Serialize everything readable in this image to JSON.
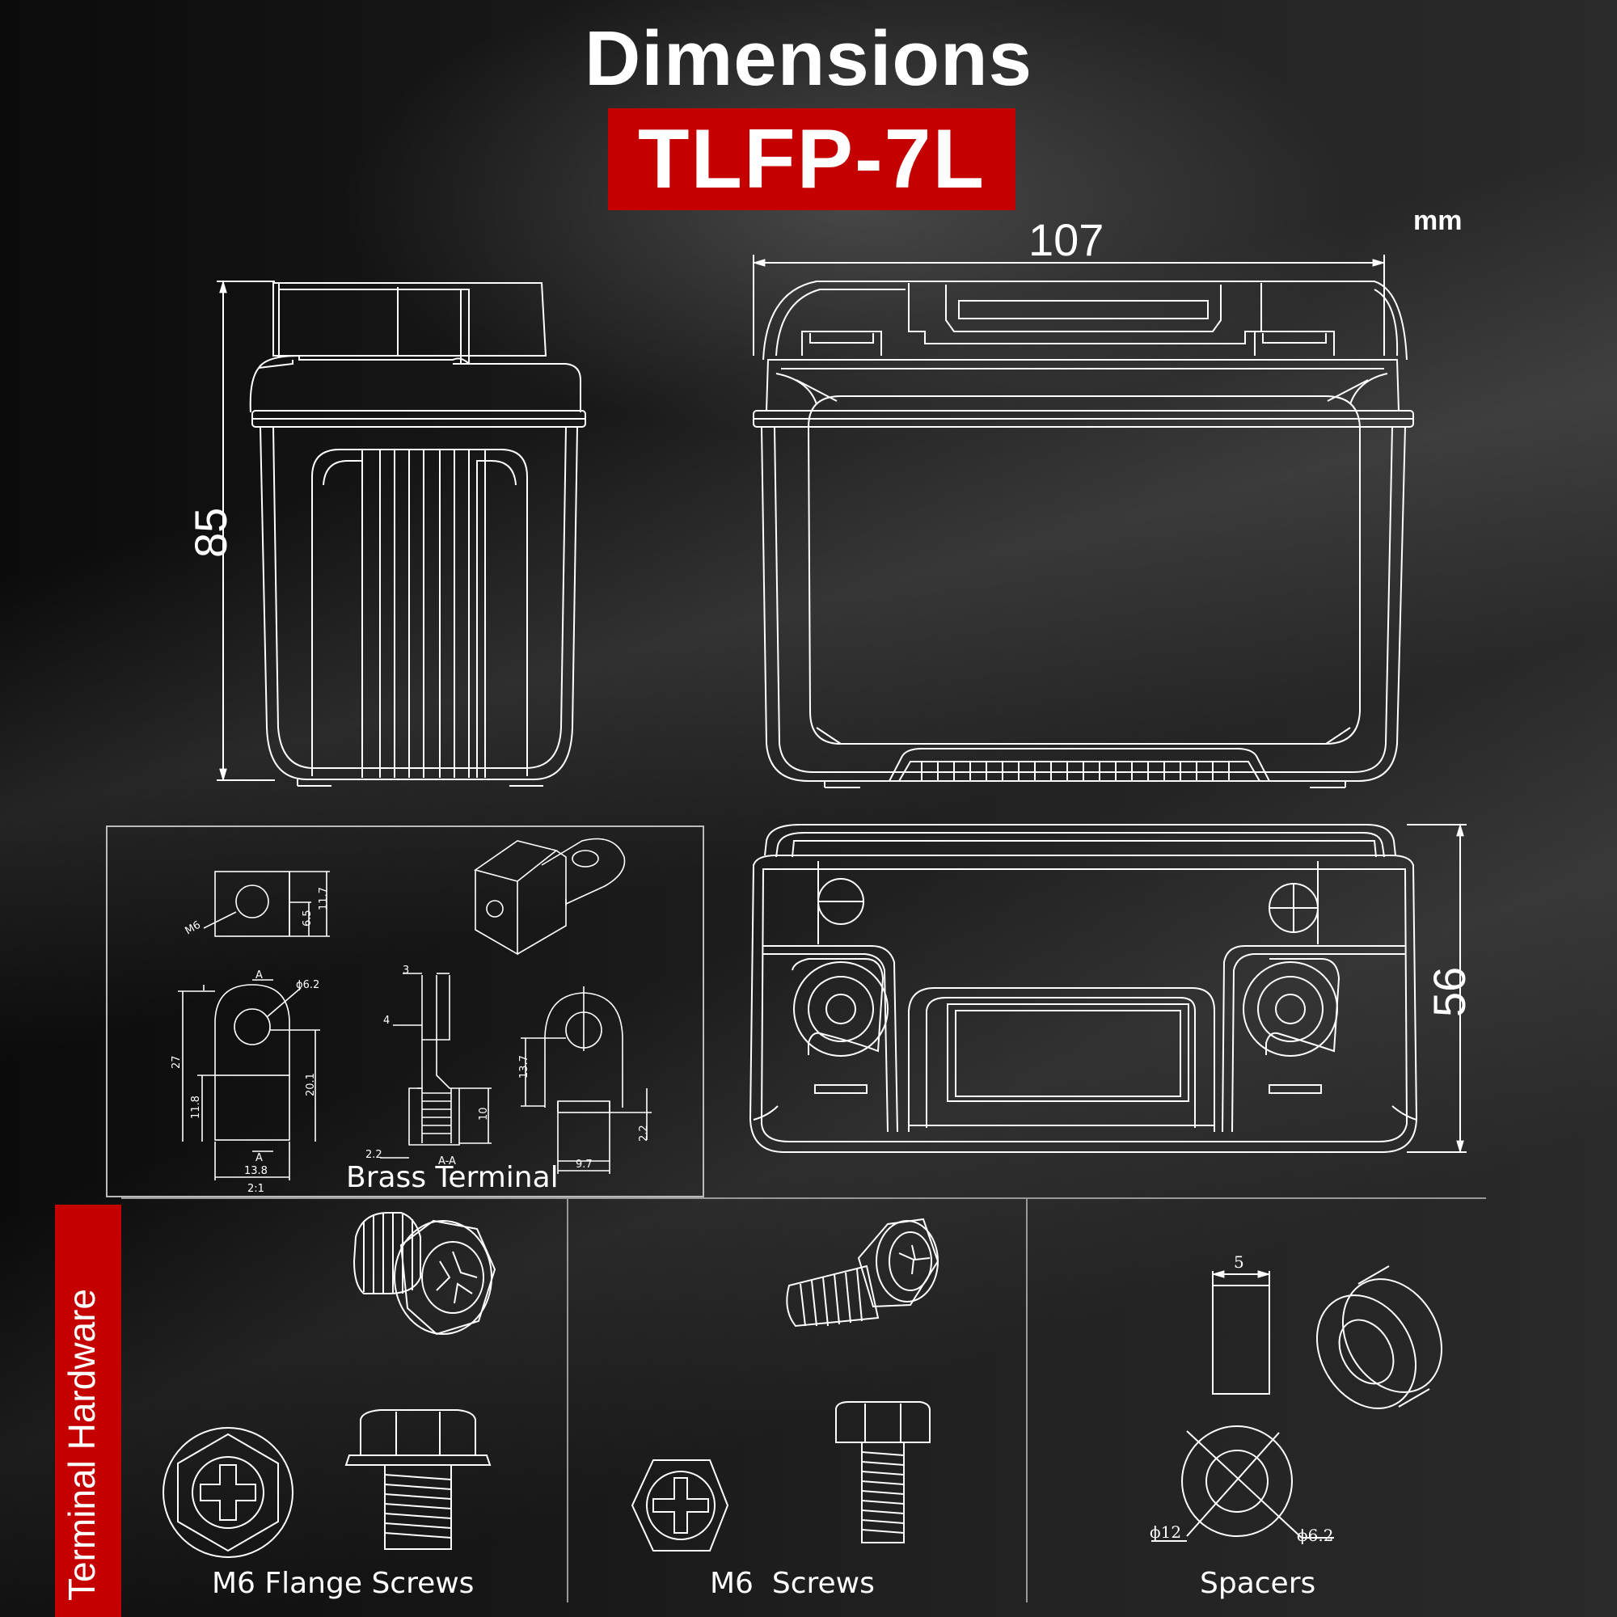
{
  "title": "Dimensions",
  "model": "TLFP-7L",
  "unit": "mm",
  "dimensions": {
    "width": "107",
    "height": "85",
    "depth": "56"
  },
  "terminal_detail": {
    "caption": "Brass Terminal",
    "labels": {
      "m6": "M6",
      "d65": "6.5",
      "d117": "11.7",
      "a_top": "A",
      "phi62": "ϕ6.2",
      "d27": "27",
      "d118": "11.8",
      "d201": "20.1",
      "a_bot": "A",
      "d138": "13.8",
      "scale": "2:1",
      "d3": "3",
      "d4": "4",
      "d10": "10",
      "d22a": "2.2",
      "aa": "A-A",
      "d137": "13.7",
      "d22b": "2.2",
      "d97": "9.7"
    }
  },
  "hardware": {
    "tab_label": "Terminal Hardware",
    "flange_caption": "M6 Flange Screws",
    "screws_caption": "M6  Screws",
    "spacers_caption": "Spacers",
    "spacer_labels": {
      "width": "5",
      "outer": "ϕ12",
      "inner": "ϕ6.2"
    }
  }
}
